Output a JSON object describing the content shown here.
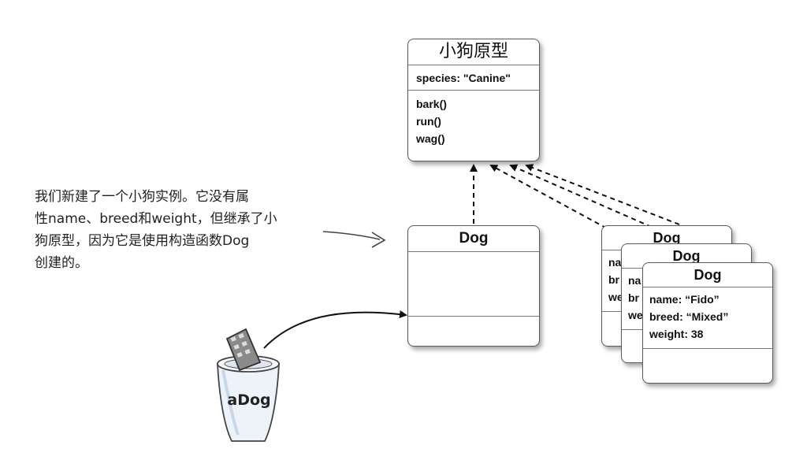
{
  "prototype": {
    "title": "小狗原型",
    "properties": [
      "species: \"Canine\""
    ],
    "methods": [
      "bark()",
      "run()",
      "wag()"
    ]
  },
  "constructor_box": {
    "title": "Dog"
  },
  "instances": [
    {
      "title": "Dog",
      "lines": [
        "na",
        "br",
        "we"
      ]
    },
    {
      "title": "Dog",
      "lines": [
        "na",
        "br",
        "we"
      ]
    },
    {
      "title": "Dog",
      "lines": [
        "name: “Fido”",
        "breed: “Mixed”",
        "weight: 38"
      ]
    }
  ],
  "annotation": {
    "lines": [
      "我们新建了一个小狗实例。它没有属",
      "性name、breed和weight，但继承了小",
      "狗原型，因为它是使用构造函数Dog",
      "创建的。"
    ]
  },
  "variable": {
    "label": "aDog"
  }
}
